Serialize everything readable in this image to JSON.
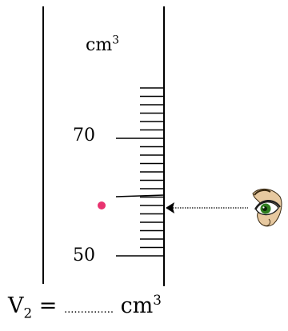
{
  "cylinder": {
    "unit_base": "cm",
    "unit_exp": "3",
    "label_upper": "70",
    "label_lower": "50"
  },
  "answer_line": {
    "variable": "V",
    "subscript": "2",
    "equals": "=",
    "blank": "...............",
    "unit_base": "cm",
    "unit_exp": "3"
  },
  "colors": {
    "ink": "#000000",
    "marker_dot": "#e8336f",
    "eye_iris": "#2f7d1f",
    "eye_skin": "#e7c9a0"
  },
  "icons": [
    "eye-icon",
    "arrow-left-icon"
  ]
}
